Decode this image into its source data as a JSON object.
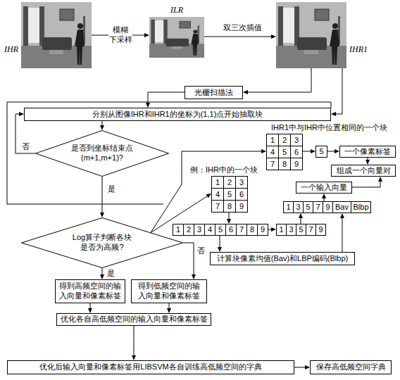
{
  "diagram": {
    "nodes": [
      {
        "text": [
          "IHR"
        ]
      },
      {
        "text": [
          "ILR"
        ]
      },
      {
        "text": [
          "IHR1"
        ]
      },
      {
        "text": [
          "光栅扫描法"
        ]
      },
      {
        "text": [
          "分别从图像IHR和IHR1的坐标为(1,1)点开始抽取块"
        ]
      },
      {
        "text": [
          "1",
          "2",
          "3",
          "4",
          "5",
          "6",
          "7",
          "8",
          "9"
        ]
      },
      {
        "text": [
          "5"
        ]
      },
      {
        "text": [
          "一个像素标签"
        ]
      },
      {
        "text": [
          "组成一个向量对"
        ]
      },
      {
        "text": [
          "是否到坐标结束点(m+1,m+1)?"
        ]
      },
      {
        "text": [
          "一个输入向量"
        ]
      },
      {
        "text": [
          "1",
          "2",
          "3",
          "4",
          "5",
          "6",
          "7",
          "8",
          "9"
        ]
      },
      {
        "text": [
          "1",
          "3",
          "5",
          "7",
          "9",
          "Bav",
          "Blbp"
        ]
      },
      {
        "text": [
          "1",
          "2",
          "3",
          "4",
          "5",
          "6",
          "7",
          "8",
          "9"
        ]
      },
      {
        "text": [
          "1",
          "3",
          "5",
          "7",
          "9"
        ]
      },
      {
        "text": [
          "Log算子判断各块是否为高频?"
        ]
      },
      {
        "text": [
          "计算块像素均值(Bav)和LBP编码(Blbp)"
        ]
      },
      {
        "text": [
          "得到高频空间的输入向量和像素标签"
        ]
      },
      {
        "text": [
          "得到低频空间的输入向量和像素标签"
        ]
      },
      {
        "text": [
          "优化各自高低频空间的输入向量和像素标签"
        ]
      },
      {
        "text": [
          "优化后输入向量和像素标签用LIBSVM各自训练高低频空间的字典"
        ]
      },
      {
        "text": [
          "保存高低频空间字典"
        ]
      }
    ],
    "edges": [
      {
        "from": 0,
        "to": 1,
        "arrow": "to",
        "label": "模糊 下采样"
      },
      {
        "from": 1,
        "to": 2,
        "arrow": "to",
        "label": "双三次插值"
      },
      {
        "from": 2,
        "to": 3,
        "arrow": "to"
      },
      {
        "from": 3,
        "to": 4,
        "arrow": "to"
      },
      {
        "from": 2,
        "to": 4,
        "arrow": "to"
      },
      {
        "from": 4,
        "to": 9,
        "arrow": "to"
      },
      {
        "from": 9,
        "to": 4,
        "arrow": "to",
        "label": "否"
      },
      {
        "from": 9,
        "to": 15,
        "arrow": "to",
        "label": "是"
      },
      {
        "from": 15,
        "to": 5,
        "arrow": "to"
      },
      {
        "from": 15,
        "to": 11,
        "arrow": "to"
      },
      {
        "from": 5,
        "to": 6,
        "arrow": "to"
      },
      {
        "from": 6,
        "to": 7,
        "arrow": "to"
      },
      {
        "from": 7,
        "to": 8,
        "arrow": "to"
      },
      {
        "from": 10,
        "to": 8,
        "arrow": "to"
      },
      {
        "from": 12,
        "to": 10,
        "arrow": "to"
      },
      {
        "from": 11,
        "to": 13,
        "arrow": "to"
      },
      {
        "from": 13,
        "to": 14,
        "arrow": "to"
      },
      {
        "from": 14,
        "to": 12,
        "arrow": "to"
      },
      {
        "from": 13,
        "to": 16,
        "arrow": "to"
      },
      {
        "from": 16,
        "to": 12,
        "arrow": "to"
      },
      {
        "from": 15,
        "to": 17,
        "arrow": "to",
        "label": "是"
      },
      {
        "from": 15,
        "to": 18,
        "arrow": "to",
        "label": "否"
      },
      {
        "from": 17,
        "to": 19,
        "arrow": "to"
      },
      {
        "from": 18,
        "to": 19,
        "arrow": "to"
      },
      {
        "from": 19,
        "to": 20,
        "arrow": "to"
      },
      {
        "from": 20,
        "to": 21,
        "arrow": "to"
      }
    ],
    "labels": [
      "IHR1中与IHR中位置相同的一个块",
      "例：IHR中的一个块"
    ]
  }
}
